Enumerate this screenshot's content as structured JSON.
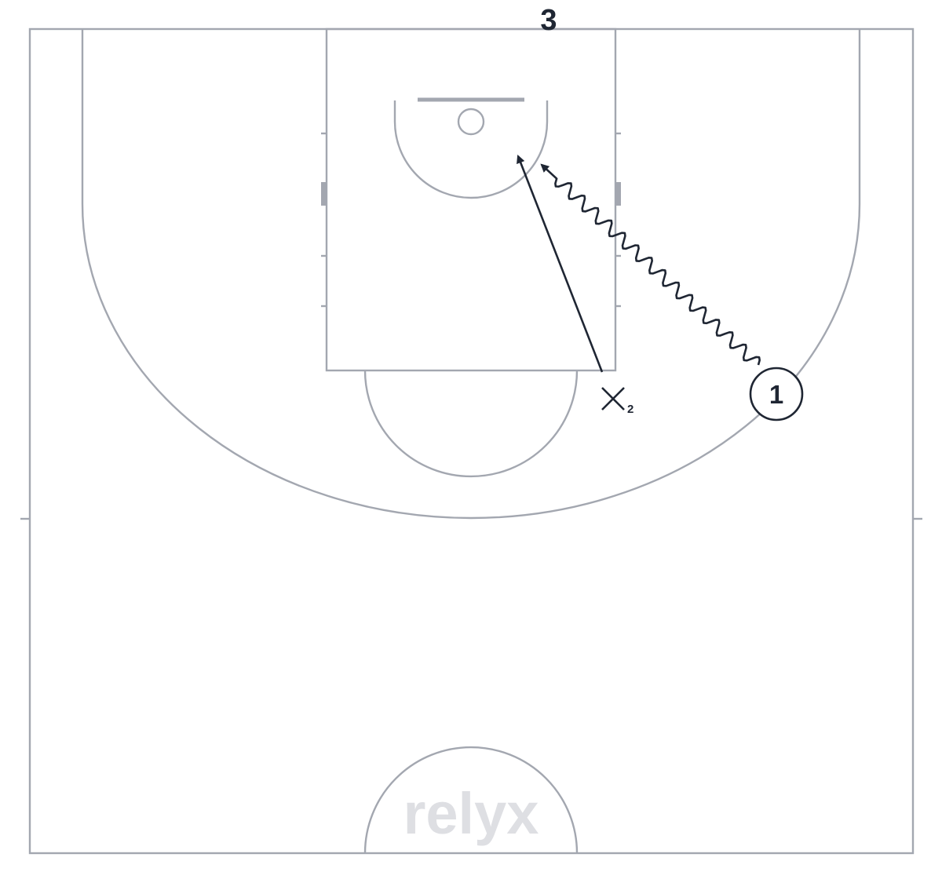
{
  "diagram": {
    "step_number": "3",
    "logo": "relyx",
    "colors": {
      "court_lines": "#a3a7b0",
      "players_and_paths": "#1f2633",
      "logo": "#dedfe3",
      "background": "#ffffff"
    },
    "players": [
      {
        "role": "offense",
        "label": "1",
        "shape": "circle"
      },
      {
        "role": "defense",
        "symbol": "X",
        "label": "2"
      }
    ],
    "actions": [
      {
        "type": "dribble",
        "from": "1",
        "to": "basket",
        "style": "zigzag-arrow"
      },
      {
        "type": "cut",
        "from": "X2",
        "to": "basket",
        "style": "straight-arrow"
      }
    ]
  }
}
